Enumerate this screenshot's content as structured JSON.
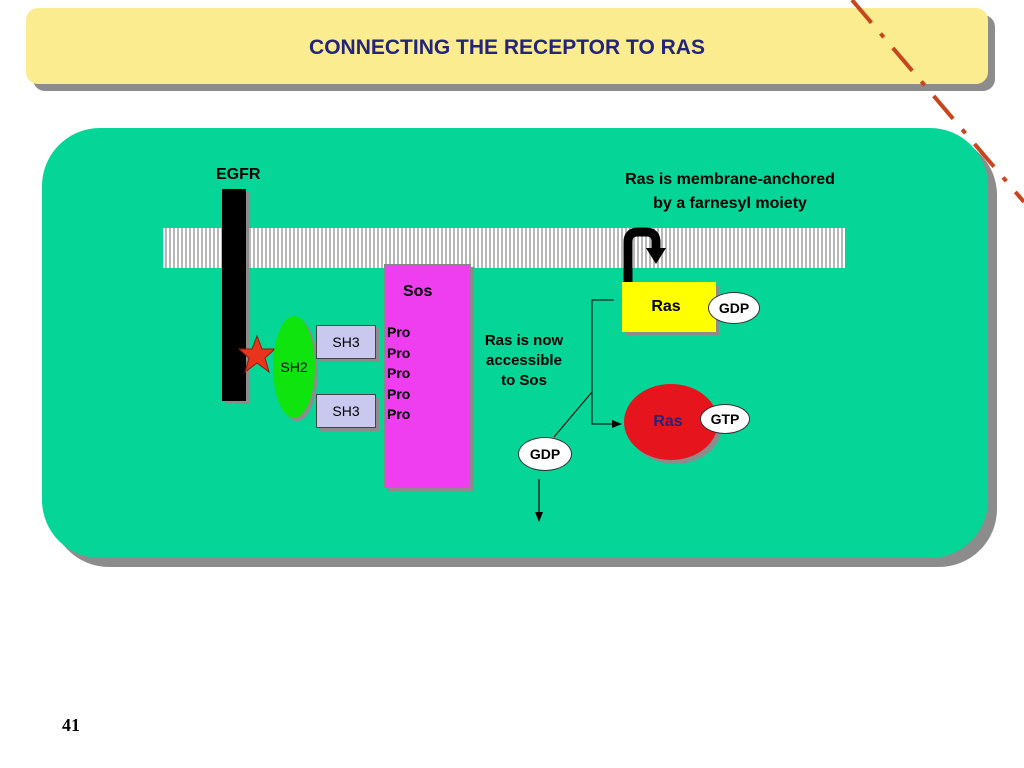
{
  "header": {
    "title": "CONNECTING THE RECEPTOR TO RAS"
  },
  "diagram": {
    "egfr_label": "EGFR",
    "annotation_anchor": "Ras is membrane-anchored\nby a farnesyl moiety",
    "sh2_label": "SH2",
    "sh3_top_label": "SH3",
    "sh3_bottom_label": "SH3",
    "sos_label": "Sos",
    "pro_items": [
      "Pro",
      "Pro",
      "Pro",
      "Pro",
      "Pro"
    ],
    "annotation_accessible": "Ras is now\naccessible\nto Sos",
    "ras_inactive_label": "Ras",
    "ras_active_label": "Ras",
    "gdp_bound_label": "GDP",
    "gtp_bound_label": "GTP",
    "gdp_released_label": "GDP"
  },
  "colors": {
    "title_bg": "#fbec8f",
    "title_text": "#24247a",
    "panel_bg": "#05d597",
    "sh2": "#0fe40f",
    "sh3": "#c9c9ef",
    "sos": "#ef3ef0",
    "ras_inactive": "#ffff00",
    "ras_active": "#e6141c",
    "phospho_star": "#e8341c",
    "dashed_line": "#c8461e"
  },
  "footer": {
    "page_number": "41"
  }
}
